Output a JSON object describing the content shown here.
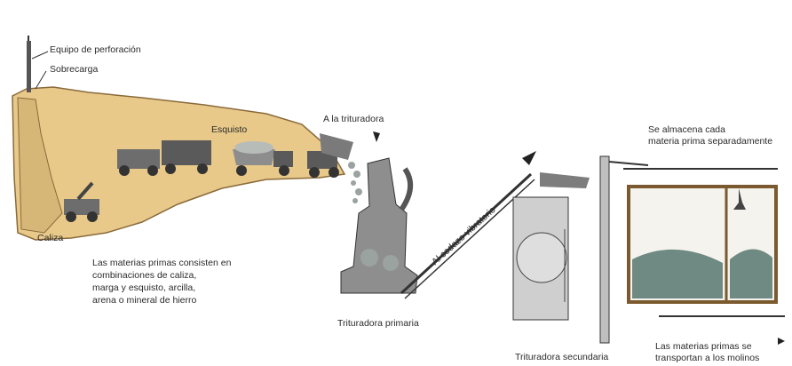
{
  "labels": {
    "drilling_rig": "Equipo de perforación",
    "overburden": "Sobrecarga",
    "limestone": "Caliza",
    "shale": "Esquisto",
    "to_crusher": "A la trituradora",
    "primary_crusher": "Trituradora primaria",
    "to_vibrating_screen": "Al cedazo vibratorio",
    "secondary_crusher": "Trituradora secundaria",
    "storage_line1": "Se almacena cada",
    "storage_line2": "materia prima separadamente",
    "materials_line1": "Las materias primas consisten en",
    "materials_line2": "combinaciones de caliza,",
    "materials_line3": "marga y esquisto, arcilla,",
    "materials_line4": "arena o mineral de hierro",
    "transport_line1": "Las materias primas se",
    "transport_line2": "transportan a los molinos"
  },
  "colors": {
    "ground": "#e8c98a",
    "ground_edge": "#8a6a3a",
    "machinery": "#6d6d6d",
    "rock": "#9aa3a0",
    "line": "#3a3a3a",
    "bin": "#7a5a2e"
  },
  "icons": [
    "truck-icon",
    "excavator-icon",
    "arrow-right-icon",
    "arrow-down-icon"
  ]
}
